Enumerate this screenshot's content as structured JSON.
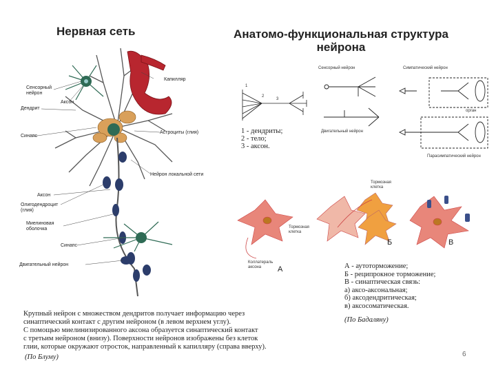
{
  "left": {
    "title": "Нервная сеть",
    "labels": {
      "capillary": "Капилляр",
      "sensory_neuron": "Сенсорный\nнейрон",
      "axon_top": "Аксон",
      "dendrite": "Дендрит",
      "synapse_top": "Синапс",
      "astrocytes": "Астроциты (глия)",
      "local_neuron": "Нейрон локальной сети",
      "axon_bottom": "Аксон",
      "oligodendrocyte": "Олигодендроцит\n(глия)",
      "myelin": "Миелиновая\nоболочка",
      "synapse_bottom": "Синапс",
      "motor_neuron": "Двигательный нейрон"
    },
    "caption": [
      "Крупный нейрон с множеством дендритов получает информацию через",
      "синаптический контакт с другим нейроном (в левом верхнем углу).",
      "С помощью миелинизированного аксона образуется синаптический контакт",
      "с третьим нейроном (внизу). Поверхности нейронов изображены без клеток",
      "глии, которые окружают отросток, направленный к капилляру (справа вверху)."
    ],
    "source": "(По Блуму)"
  },
  "right": {
    "title_line1": "Анатомо-функциональная структура",
    "title_line2": "нейрона",
    "neuron_legend": [
      "1 - дендриты;",
      "2 - тело;",
      "3 - аксон."
    ],
    "numbers": [
      "1",
      "2",
      "3"
    ],
    "sensory_neuron": "Сенсорный нейрон",
    "motor_neuron": "Двигательный нейрон",
    "sympathetic_neuron": "Симпатический нейрон",
    "organ": "орган",
    "parasympathetic_neuron": "Парасимпатический нейрон",
    "inhibitory_cell": "Тормозная\nклетка",
    "inhibitory_cell_2": "Тормозная\nклетка",
    "collateral": "Коллатераль\nаксона",
    "letters": {
      "a": "А",
      "b": "Б",
      "v": "В"
    },
    "legend": [
      "А - аутоторможение;",
      "Б - реципрокное торможение;",
      "В - синаптическая связь:",
      "а) аксо-аксональная;",
      "б) аксодендритическая;",
      "в) аксосоматическая."
    ],
    "source": "(По Бадаляну)"
  },
  "page_number": "6",
  "colors": {
    "neuron_green": "#2f6b55",
    "astrocyte": "#d9a05a",
    "capillary": "#b8262f",
    "myelin": "#2c3d6b",
    "pink_cell": "#e8867a",
    "orange_cell": "#f0a040"
  }
}
